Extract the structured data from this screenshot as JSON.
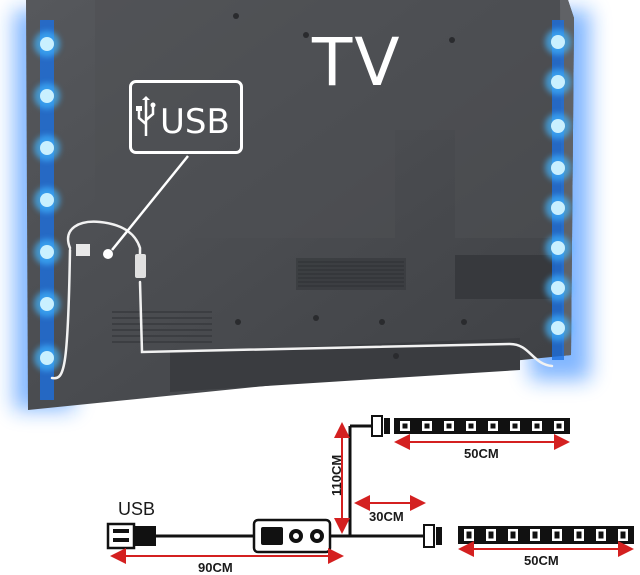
{
  "tv": {
    "label": "TV",
    "usb_callout": "USB"
  },
  "diagram": {
    "usb_label": "USB",
    "length_usb_to_controller": "90CM",
    "length_vertical_lead": "110CM",
    "length_branch_lead": "30CM",
    "length_strip_top": "50CM",
    "length_strip_bottom": "50CM"
  },
  "colors": {
    "led_glow": "#2fa8ff",
    "tv_back": "#4a4c50",
    "dimension_arrow": "#d42020"
  }
}
